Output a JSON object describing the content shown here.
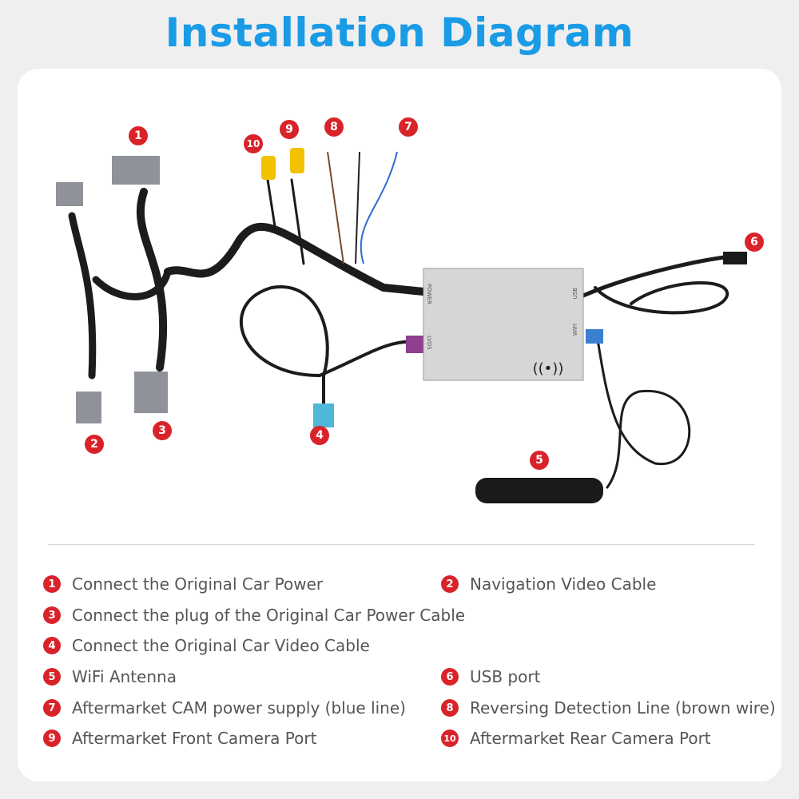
{
  "title": "Installation Diagram",
  "box_labels": {
    "power": "POWER",
    "lvds": "LVDS",
    "usb": "USB",
    "wifi": "WIFI"
  },
  "markers": [
    "1",
    "2",
    "3",
    "4",
    "5",
    "6",
    "7",
    "8",
    "9",
    "10"
  ],
  "legend": [
    {
      "num": "1",
      "text": "Connect the Original Car Power"
    },
    {
      "num": "2",
      "text": "Navigation Video Cable"
    },
    {
      "num": "3",
      "text": "Connect the plug of the Original Car Power Cable"
    },
    {
      "num": "4",
      "text": "Connect the Original Car Video Cable"
    },
    {
      "num": "5",
      "text": "WiFi Antenna"
    },
    {
      "num": "6",
      "text": "USB port"
    },
    {
      "num": "7",
      "text": "Aftermarket CAM power supply (blue line)"
    },
    {
      "num": "8",
      "text": "Reversing Detection Line (brown wire)"
    },
    {
      "num": "9",
      "text": "Aftermarket Front Camera Port"
    },
    {
      "num": "10",
      "text": "Aftermarket Rear Camera Port"
    }
  ],
  "colors": {
    "title": "#1a9be6",
    "marker": "#d9232a"
  }
}
